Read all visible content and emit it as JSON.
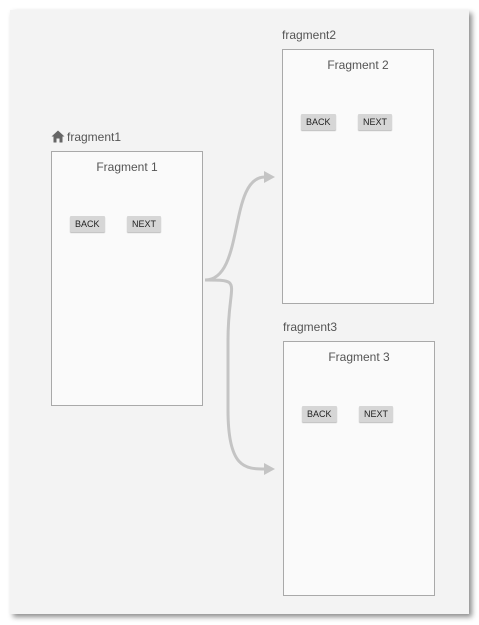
{
  "destinations": [
    {
      "id": "fragment1",
      "label": "fragment1",
      "title": "Fragment 1",
      "start": true,
      "back_label": "BACK",
      "next_label": "NEXT"
    },
    {
      "id": "fragment2",
      "label": "fragment2",
      "title": "Fragment 2",
      "start": false,
      "back_label": "BACK",
      "next_label": "NEXT"
    },
    {
      "id": "fragment3",
      "label": "fragment3",
      "title": "Fragment 3",
      "start": false,
      "back_label": "BACK",
      "next_label": "NEXT"
    }
  ],
  "actions": [
    {
      "from": "fragment1",
      "to": "fragment2"
    },
    {
      "from": "fragment1",
      "to": "fragment3"
    }
  ],
  "icons": {
    "start_destination": "home-icon"
  },
  "colors": {
    "canvas": "#f3f3f3",
    "frame_border": "#a9a9a9",
    "arrow": "#c4c4c4",
    "button": "#d6d6d6"
  }
}
